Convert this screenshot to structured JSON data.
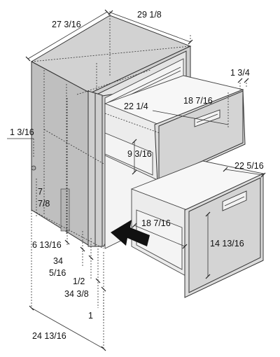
{
  "dimensions": {
    "total_width": "29  1/8",
    "total_depth": "27  3/16",
    "side_offset": "1  3/16",
    "front_depth": "1  3/4",
    "inner_depth_top": "22  1/4",
    "drawer_width_top": "18  7/16",
    "drawer_height_top": "9  3/16",
    "drawer_width_bottom": "18  7/16",
    "drawer_depth_bottom": "22  5/16",
    "drawer_height_bottom": "14 13/16",
    "side_h_a": "7",
    "side_h_b": "7/8",
    "left_a": "6 13/16",
    "left_b": "34",
    "left_c": "5/16",
    "left_d": "1/2",
    "left_e": "34  3/8",
    "left_f": "1",
    "total_height": "24 13/16"
  },
  "icons": [
    "insertion-arrow-icon"
  ],
  "colors": {
    "body": "#d0d0d0",
    "line": "#333333",
    "arrow": "#111111"
  }
}
